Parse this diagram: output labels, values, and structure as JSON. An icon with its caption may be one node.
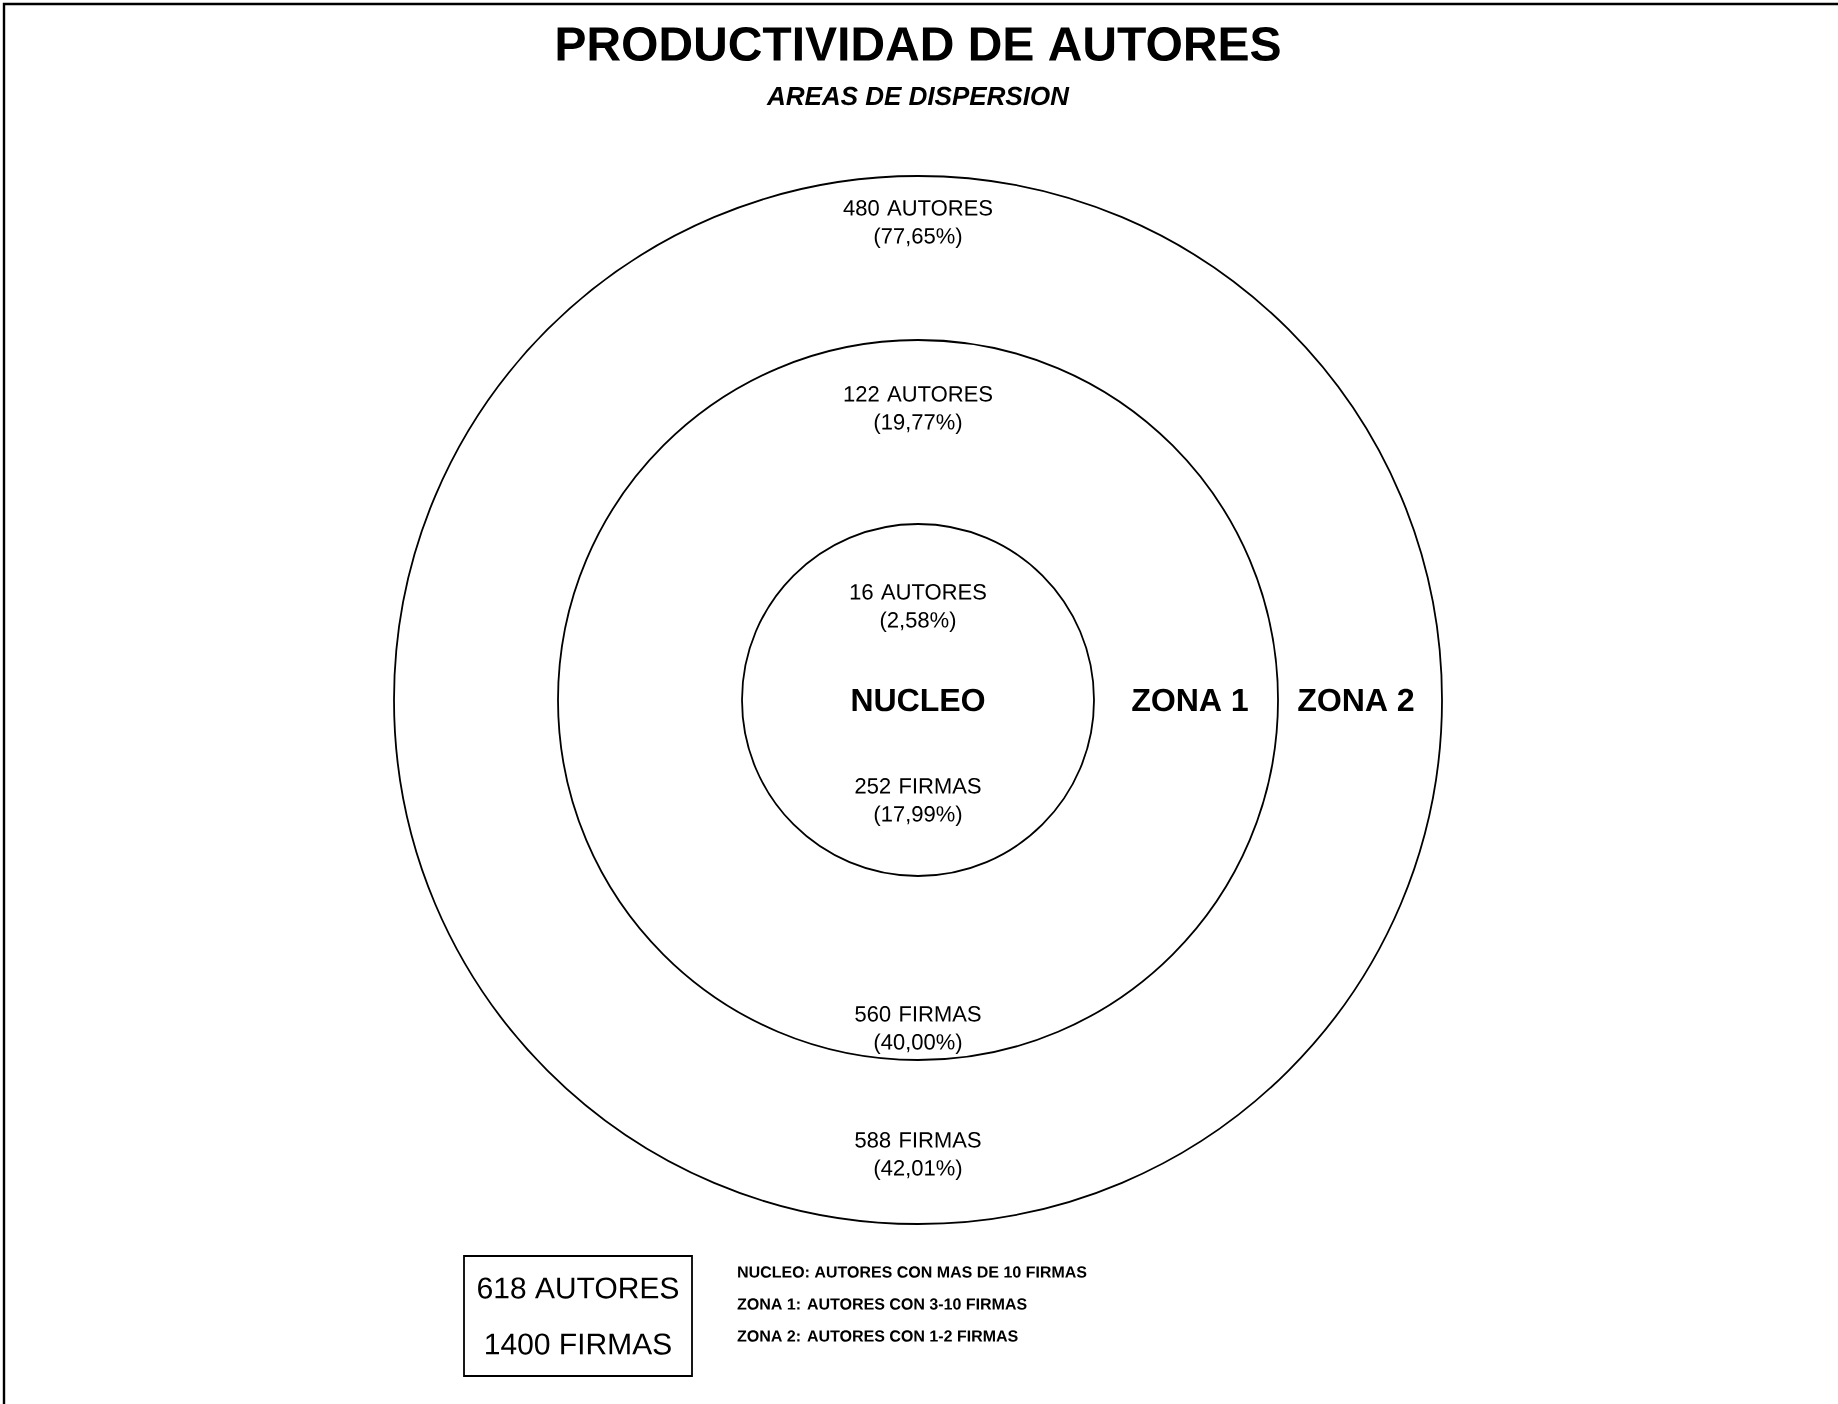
{
  "diagram": {
    "title": "PRODUCTIVIDAD DE AUTORES",
    "nodes": [
      {
        "text": [
          "480 AUTORES (77,65%)",
          "ZONA 2",
          "588 FIRMAS (42,01%)"
        ]
      },
      {
        "text": [
          "122 AUTORES (19,77%)",
          "ZONA 1",
          "560 FIRMAS (40,00%)"
        ],
        "in": 0
      },
      {
        "text": [
          "16 AUTORES (2,58%)",
          "NUCLEO",
          "252 FIRMAS (17,99%)"
        ],
        "in": 1
      },
      {
        "text": [
          "618 AUTORES",
          "1400 FIRMAS"
        ]
      }
    ],
    "labels": [
      "AREAS DE DISPERSION",
      "NUCLEO: AUTORES CON MAS DE 10 FIRMAS",
      "ZONA 1: AUTORES CON 3-10 FIRMAS",
      "ZONA 2: AUTORES CON 1-2 FIRMAS"
    ]
  }
}
